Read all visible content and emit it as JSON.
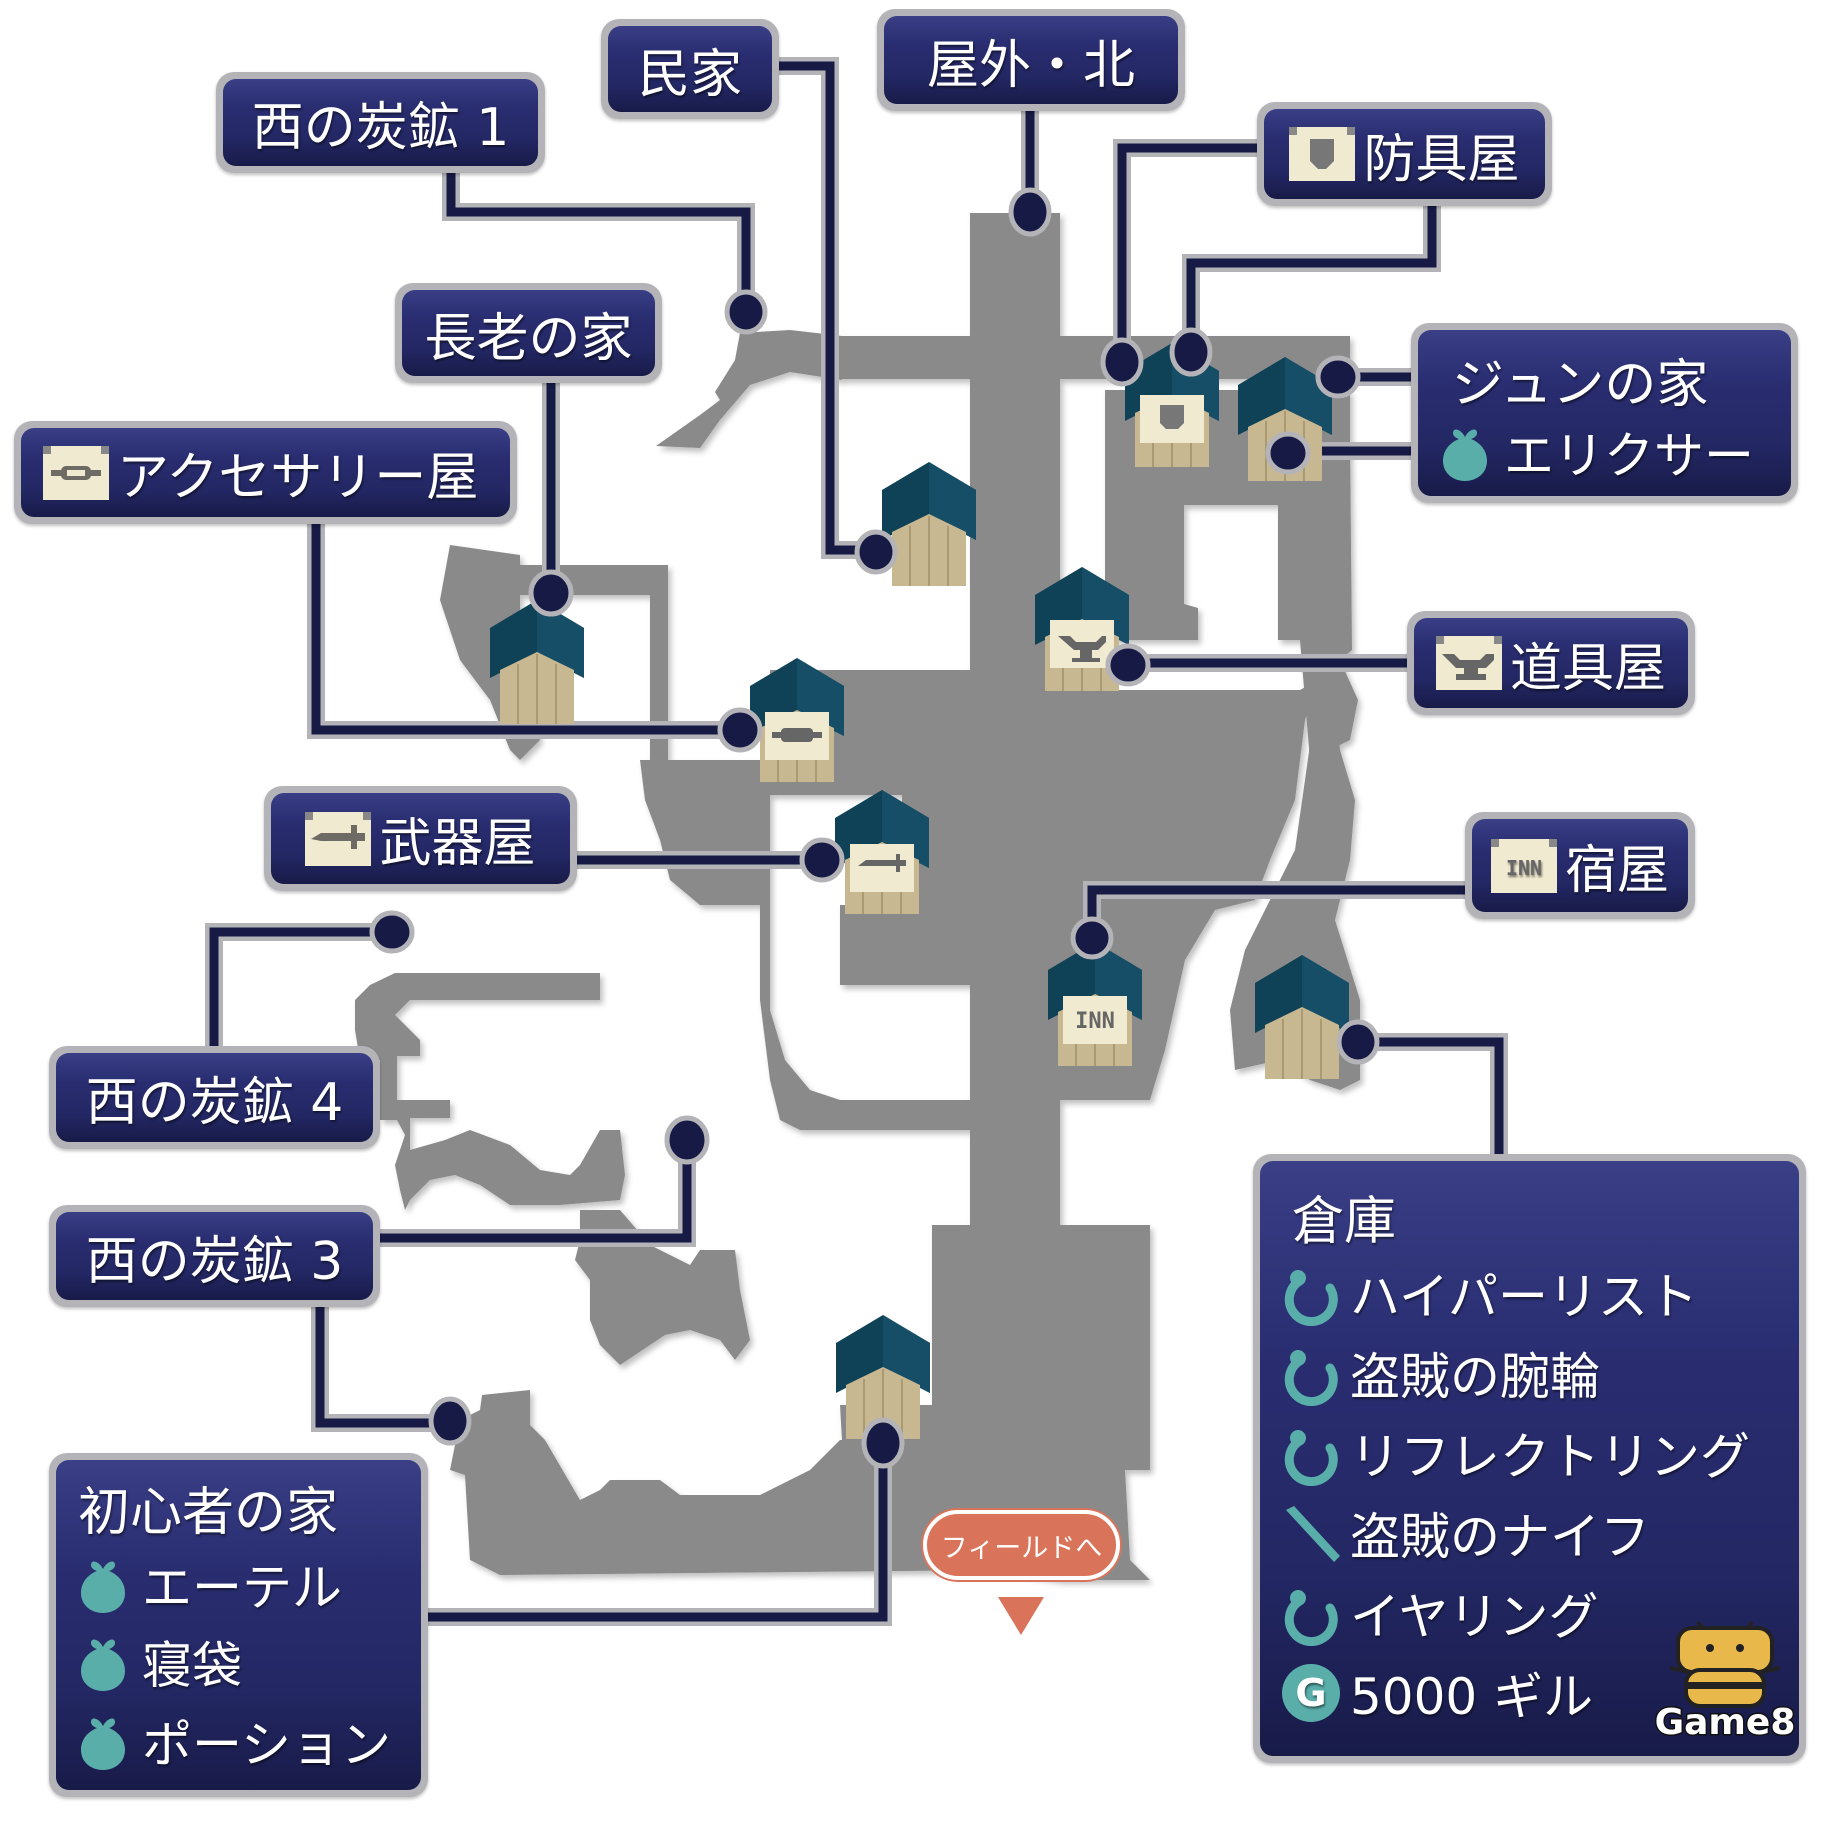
{
  "map": {
    "colors": {
      "floor": "#8a8a8a",
      "label_bg": "#262a6a",
      "label_border": "#b4b4b8",
      "connector": "#161a45",
      "roof": "#0f4257",
      "wall": "#c7b891",
      "item_icon": "#5aaeaa",
      "exit": "#d9745a"
    },
    "labels": {
      "west_mine_1": "西の炭鉱 1",
      "minka": "民家",
      "outside_north": "屋外・北",
      "armor_shop": "防具屋",
      "elder_house": "長老の家",
      "accessory_shop": "アクセサリー屋",
      "item_shop": "道具屋",
      "weapon_shop": "武器屋",
      "inn": "宿屋",
      "west_mine_4": "西の炭鉱 4",
      "west_mine_3": "西の炭鉱 3"
    },
    "jun_house": {
      "title": "ジュンの家",
      "items": [
        {
          "icon": "bag-icon",
          "name": "エリクサー"
        }
      ]
    },
    "warehouse": {
      "title": "倉庫",
      "items": [
        {
          "icon": "ring-icon",
          "name": "ハイパーリスト"
        },
        {
          "icon": "ring-icon",
          "name": "盗賊の腕輪"
        },
        {
          "icon": "ring-icon",
          "name": "リフレクトリング"
        },
        {
          "icon": "knife-icon",
          "name": "盗賊のナイフ"
        },
        {
          "icon": "ring-icon",
          "name": "イヤリング"
        },
        {
          "icon": "gil-icon",
          "name": "5000 ギル"
        }
      ],
      "gil_icon_letter": "G"
    },
    "beginner_house": {
      "title": "初心者の家",
      "items": [
        {
          "icon": "bag-icon",
          "name": "エーテル"
        },
        {
          "icon": "bag-icon",
          "name": "寝袋"
        },
        {
          "icon": "bag-icon",
          "name": "ポーション"
        }
      ]
    },
    "exit_label": "フィールドへ",
    "inn_sign": "INN",
    "logo_text": "Game8"
  }
}
